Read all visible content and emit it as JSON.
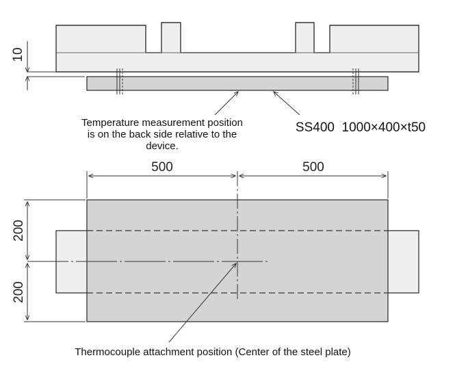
{
  "labels": {
    "temp_line1": "Temperature measurement position",
    "temp_line2": "is on the back side relative to the",
    "temp_line3": "device.",
    "material": "SS400  1000×400×t50",
    "thermocouple": "Thermocouple attachment position (Center of the steel plate)"
  },
  "dimensions": {
    "thickness": "10",
    "width_left": "500",
    "width_right": "500",
    "height_top": "200",
    "height_bottom": "200"
  },
  "colors": {
    "plate_fill": "#d4d4d4",
    "device_fill": "#efefef",
    "line": "#333333"
  }
}
